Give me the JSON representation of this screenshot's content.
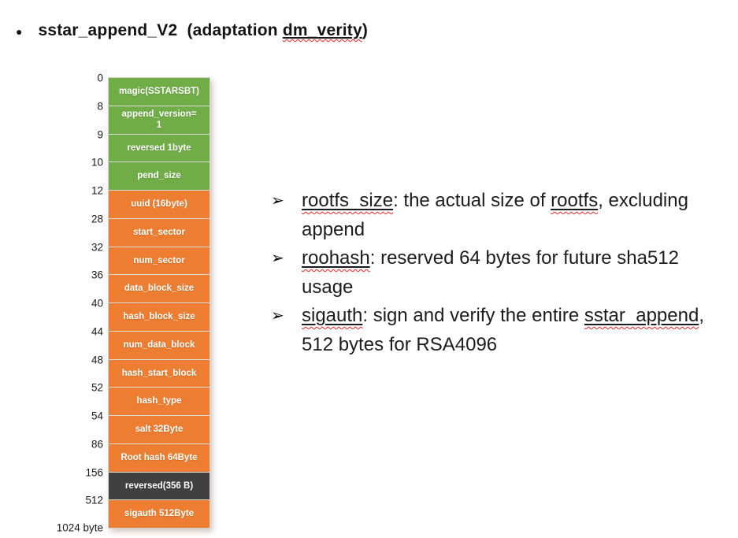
{
  "title": {
    "bullet": "●",
    "text_before": "sstar_append_V2  (adaptation ",
    "term": "dm_verity",
    "text_after": ")"
  },
  "diagram": {
    "colors": {
      "green": "#70AD47",
      "orange": "#ED7D31",
      "dark": "#404040"
    },
    "bottom_tick": "1024 byte",
    "rows": [
      {
        "tick": "0",
        "label": "magic(SSTARSBT)",
        "color": "green"
      },
      {
        "tick": "8",
        "label": "append_version=\n1",
        "color": "green"
      },
      {
        "tick": "9",
        "label": "reversed 1byte",
        "color": "green"
      },
      {
        "tick": "10",
        "label": "pend_size",
        "color": "green"
      },
      {
        "tick": "12",
        "label": "uuid (16byte)",
        "color": "orange"
      },
      {
        "tick": "28",
        "label": "start_sector",
        "color": "orange"
      },
      {
        "tick": "32",
        "label": "num_sector",
        "color": "orange"
      },
      {
        "tick": "36",
        "label": "data_block_size",
        "color": "orange"
      },
      {
        "tick": "40",
        "label": "hash_block_size",
        "color": "orange"
      },
      {
        "tick": "44",
        "label": "num_data_block",
        "color": "orange"
      },
      {
        "tick": "48",
        "label": "hash_start_block",
        "color": "orange"
      },
      {
        "tick": "52",
        "label": "hash_type",
        "color": "orange"
      },
      {
        "tick": "54",
        "label": "salt 32Byte",
        "color": "orange"
      },
      {
        "tick": "86",
        "label": "Root hash 64Byte",
        "color": "orange"
      },
      {
        "tick": "156",
        "label": "reversed(356 B)",
        "color": "dark"
      },
      {
        "tick": "512",
        "label": "sigauth 512Byte",
        "color": "orange"
      }
    ]
  },
  "notes_marker": "➢",
  "notes": [
    {
      "segments": [
        {
          "u": true,
          "text": "rootfs_size"
        },
        {
          "u": false,
          "text": ": the actual size of "
        },
        {
          "u": true,
          "text": "rootfs"
        },
        {
          "u": false,
          "text": ", excluding append"
        }
      ]
    },
    {
      "segments": [
        {
          "u": true,
          "text": "roohash"
        },
        {
          "u": false,
          "text": ": reserved 64 bytes for future sha512 usage"
        }
      ]
    },
    {
      "segments": [
        {
          "u": true,
          "text": "sigauth"
        },
        {
          "u": false,
          "text": ": sign and verify the entire "
        },
        {
          "u": true,
          "text": "sstar_append"
        },
        {
          "u": false,
          "text": ", 512 bytes for RSA4096"
        }
      ]
    }
  ]
}
